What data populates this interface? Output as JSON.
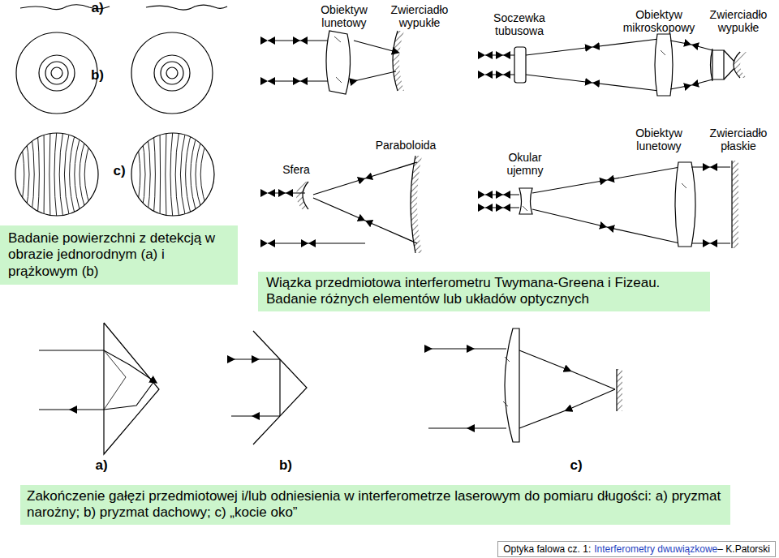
{
  "diagram": {
    "nodes": [
      {
        "text": [
          "Badanie powierzchni z detekcją w obrazie jednorodnym (a) i prążkowym (b)"
        ]
      },
      {
        "text": [
          "Wiązka przedmiotowa interferometru Twymana-Greena i Fizeau. Badanie różnych elementów lub układów optycznych"
        ]
      },
      {
        "text": [
          "Zakończenie gałęzi przedmiotowej i/lub odniesienia w interferometrze laserowym do pomiaru długości: a) pryzmat narożny; b) pryzmat dachowy; c) „kocie oko”"
        ]
      },
      {
        "text": [
          "Optyka falowa cz. 1:",
          "Interferometry dwuwiązkowe",
          "– K.Patorski"
        ]
      }
    ],
    "labels": [
      "a)",
      "b)",
      "c)",
      "Obiektyw lunetowy",
      "Zwierciadło wypukłe",
      "Soczewka tubusowa",
      "Obiektyw mikroskopowy",
      "Zwierciadło wypukłe",
      "Sfera",
      "Paraboloida",
      "Okular ujemny",
      "Obiektyw lunetowy",
      "Zwierciadło płaskie",
      "a)",
      "b)",
      "c)"
    ]
  }
}
